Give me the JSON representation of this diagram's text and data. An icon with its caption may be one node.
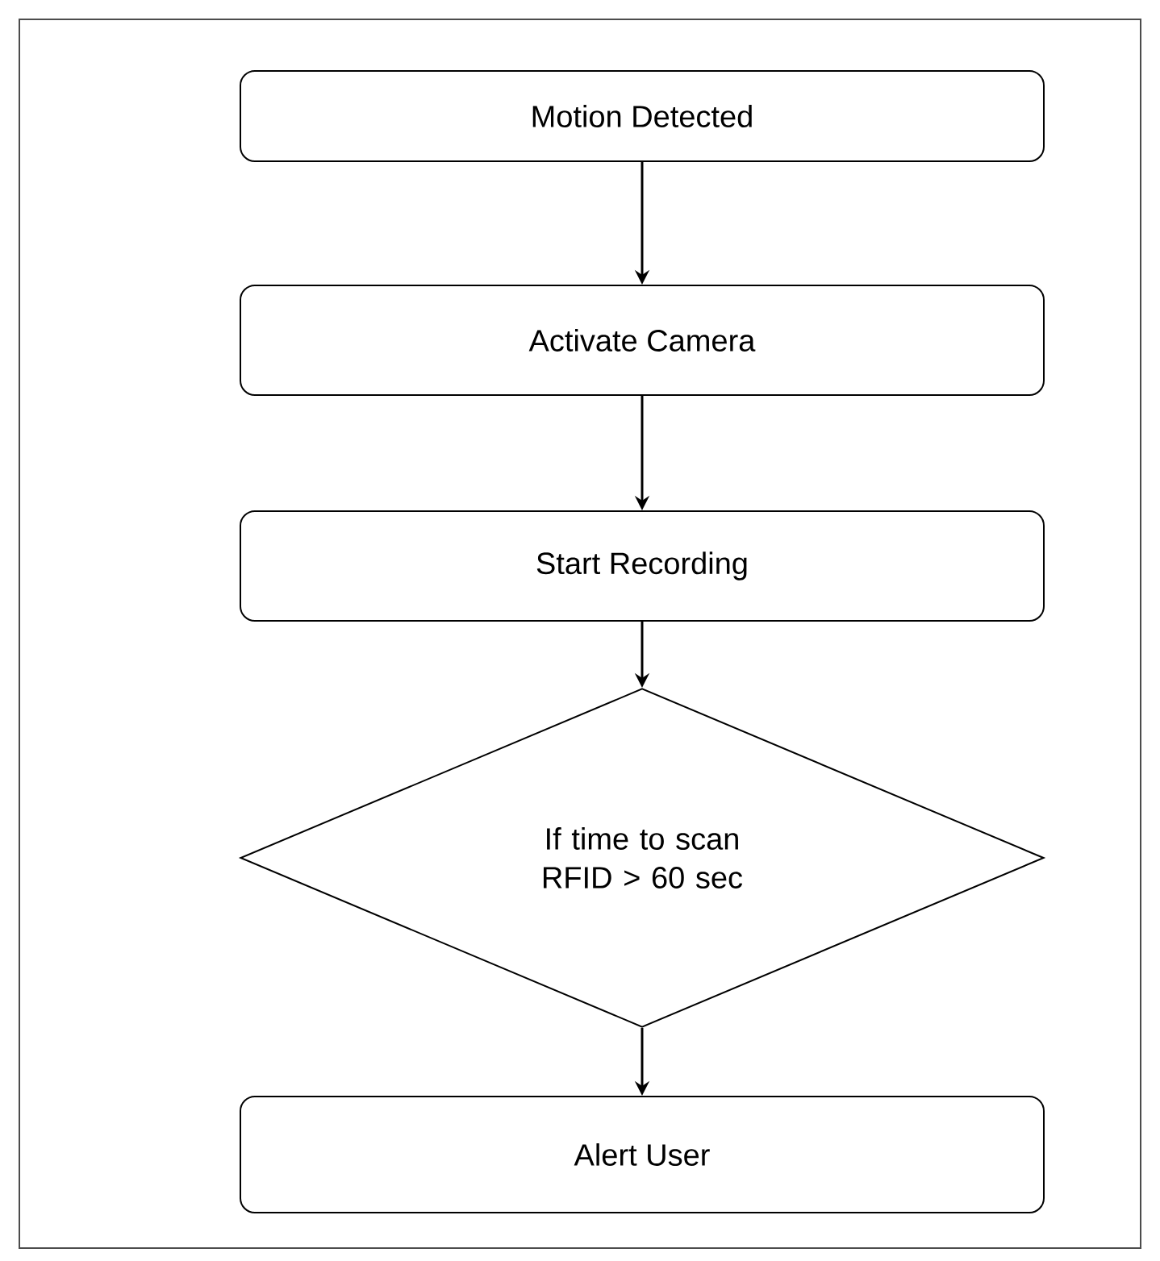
{
  "diagram": {
    "nodes": [
      {
        "text": [
          "Motion Detected"
        ]
      },
      {
        "text": [
          "Activate Camera"
        ]
      },
      {
        "text": [
          "Start Recording"
        ]
      },
      {
        "text": [
          "If time to scan RFID > 60 sec"
        ]
      },
      {
        "text": [
          "Alert User"
        ]
      }
    ],
    "edges": [
      {
        "from": 0,
        "to": 1,
        "arrow": "to"
      },
      {
        "from": 1,
        "to": 2,
        "arrow": "to"
      },
      {
        "from": 2,
        "to": 3,
        "arrow": "to"
      },
      {
        "from": 3,
        "to": 4,
        "arrow": "to"
      }
    ]
  }
}
